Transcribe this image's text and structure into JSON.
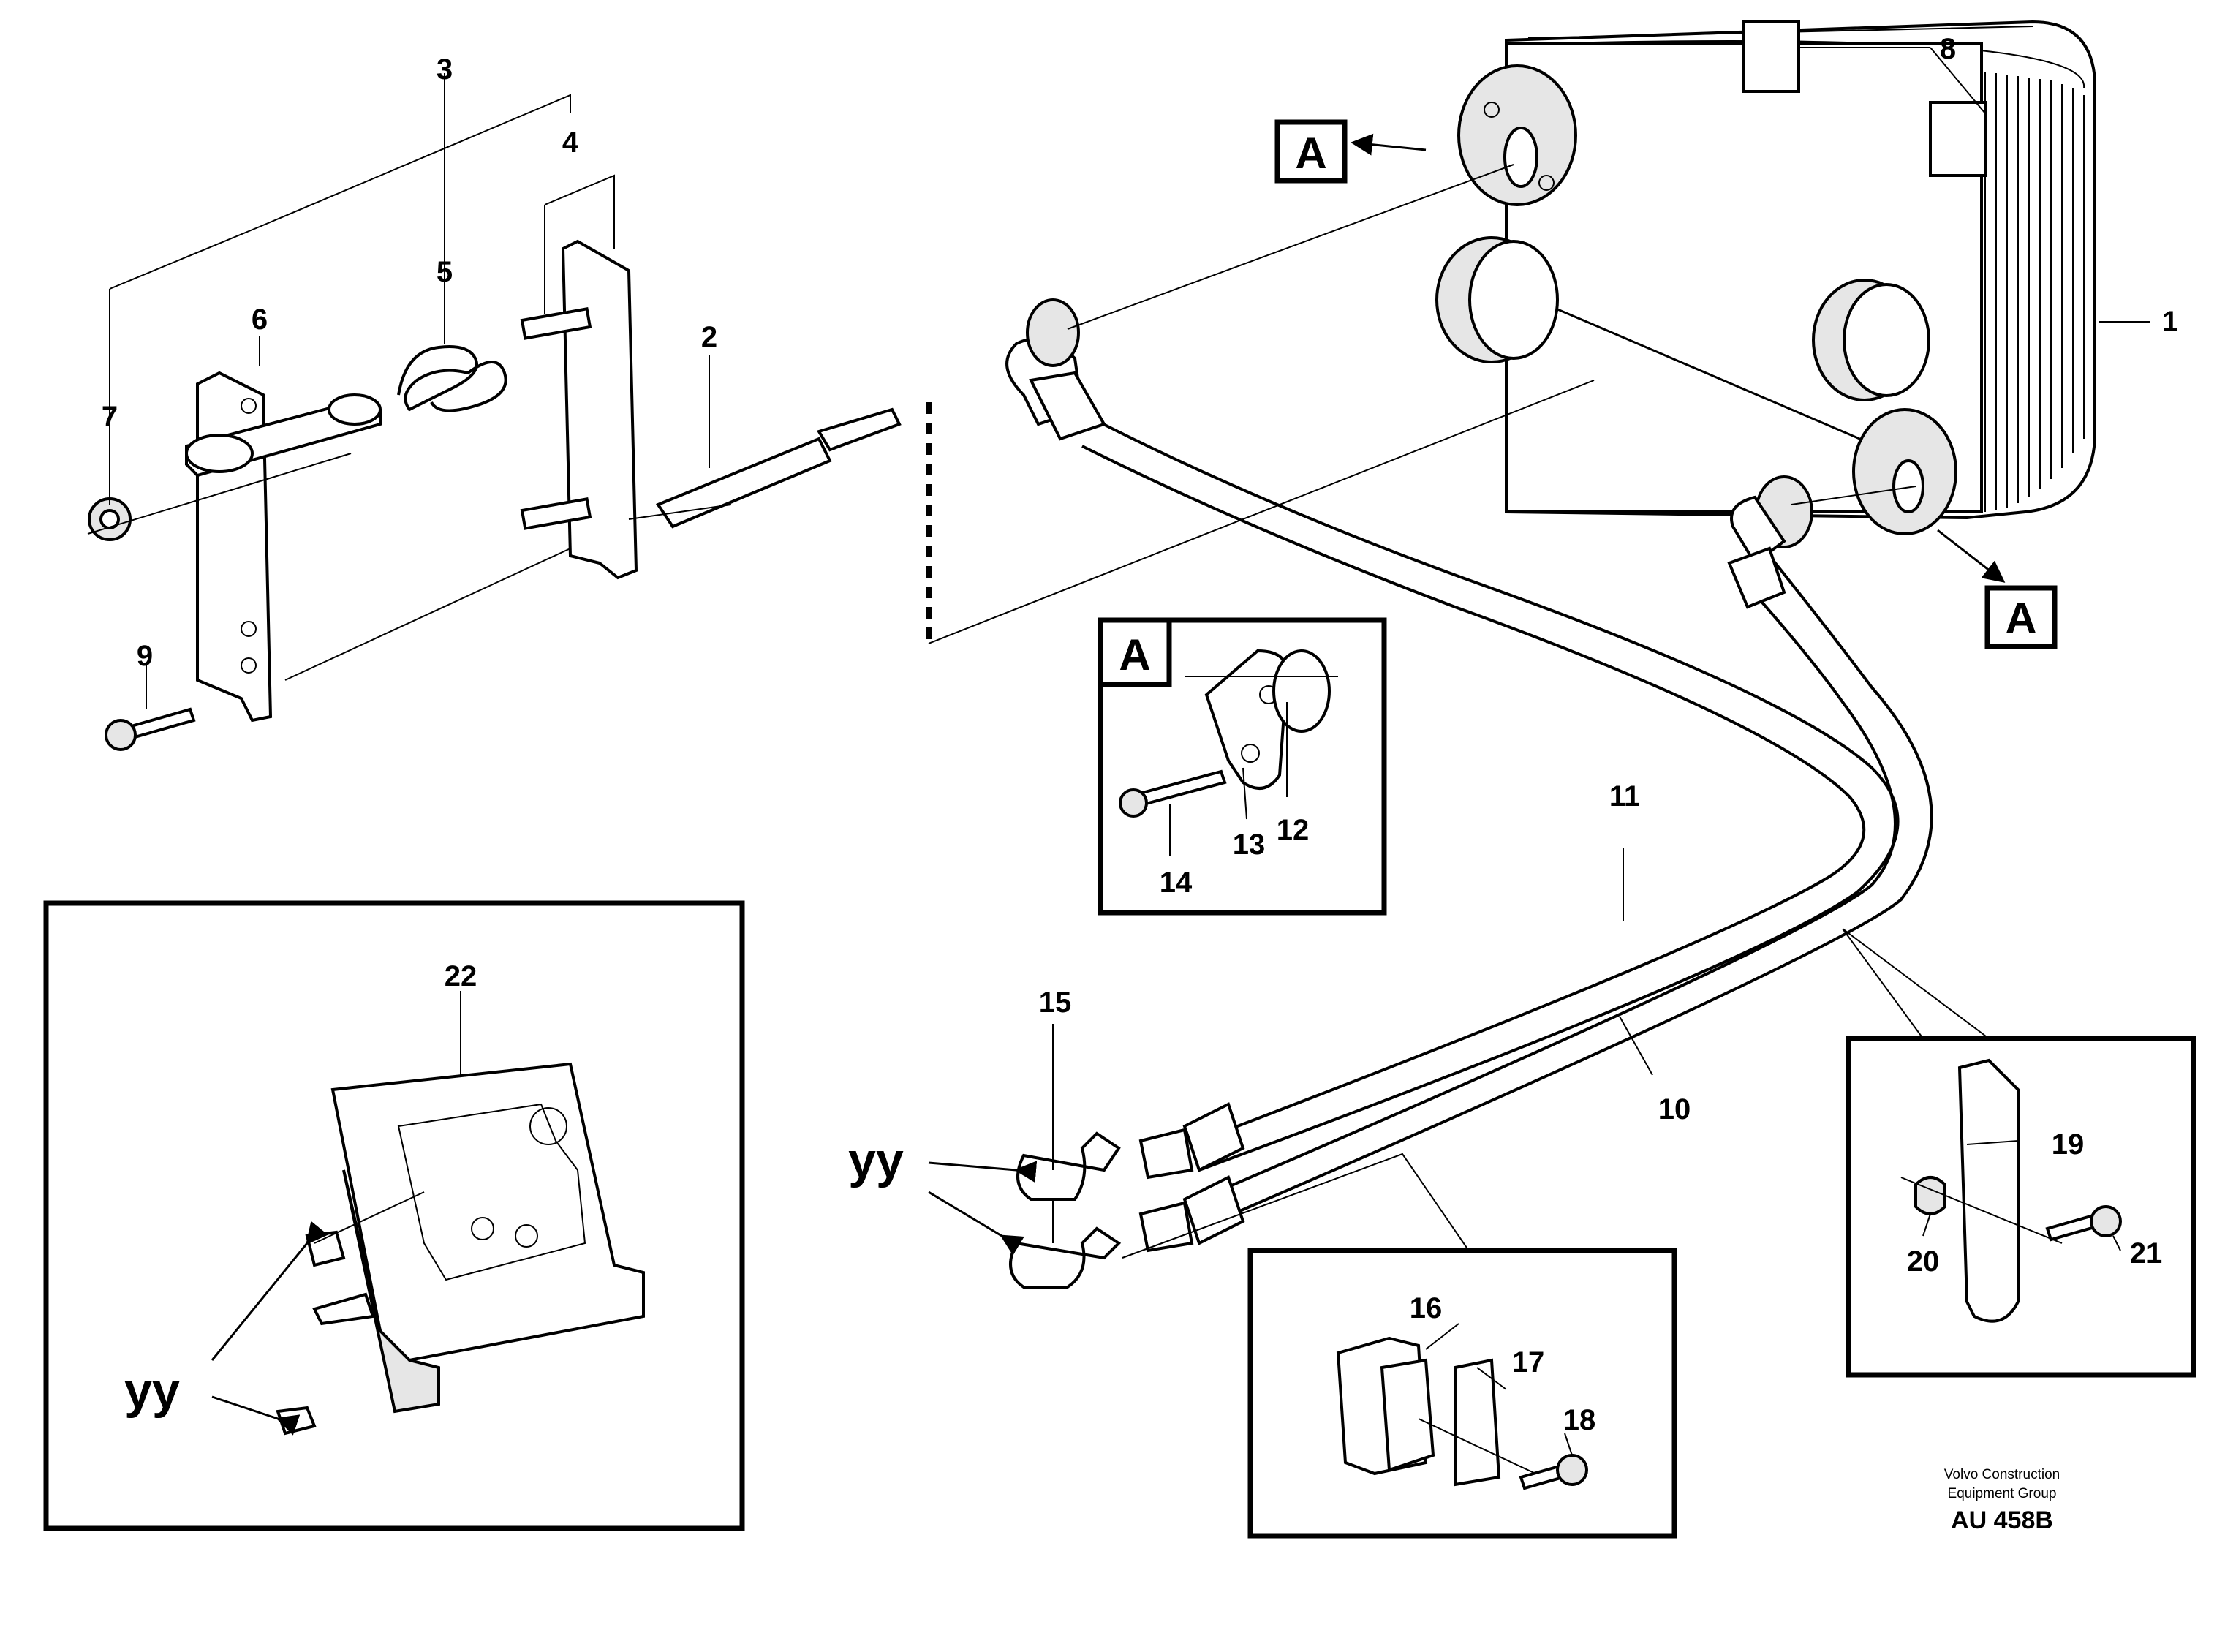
{
  "labels": {
    "p1": "1",
    "p2": "2",
    "p3": "3",
    "p4": "4",
    "p5": "5",
    "p6": "6",
    "p7": "7",
    "p8": "8",
    "p9": "9",
    "p10": "10",
    "p11": "11",
    "p12": "12",
    "p13": "13",
    "p14": "14",
    "p15": "15",
    "p16": "16",
    "p17": "17",
    "p18": "18",
    "p19": "19",
    "p20": "20",
    "p21": "21",
    "p22": "22"
  },
  "markers": {
    "detail": "A",
    "port": "yy"
  },
  "credit": {
    "line1": "Volvo Construction",
    "line2": "Equipment Group",
    "code": "AU 458B"
  }
}
